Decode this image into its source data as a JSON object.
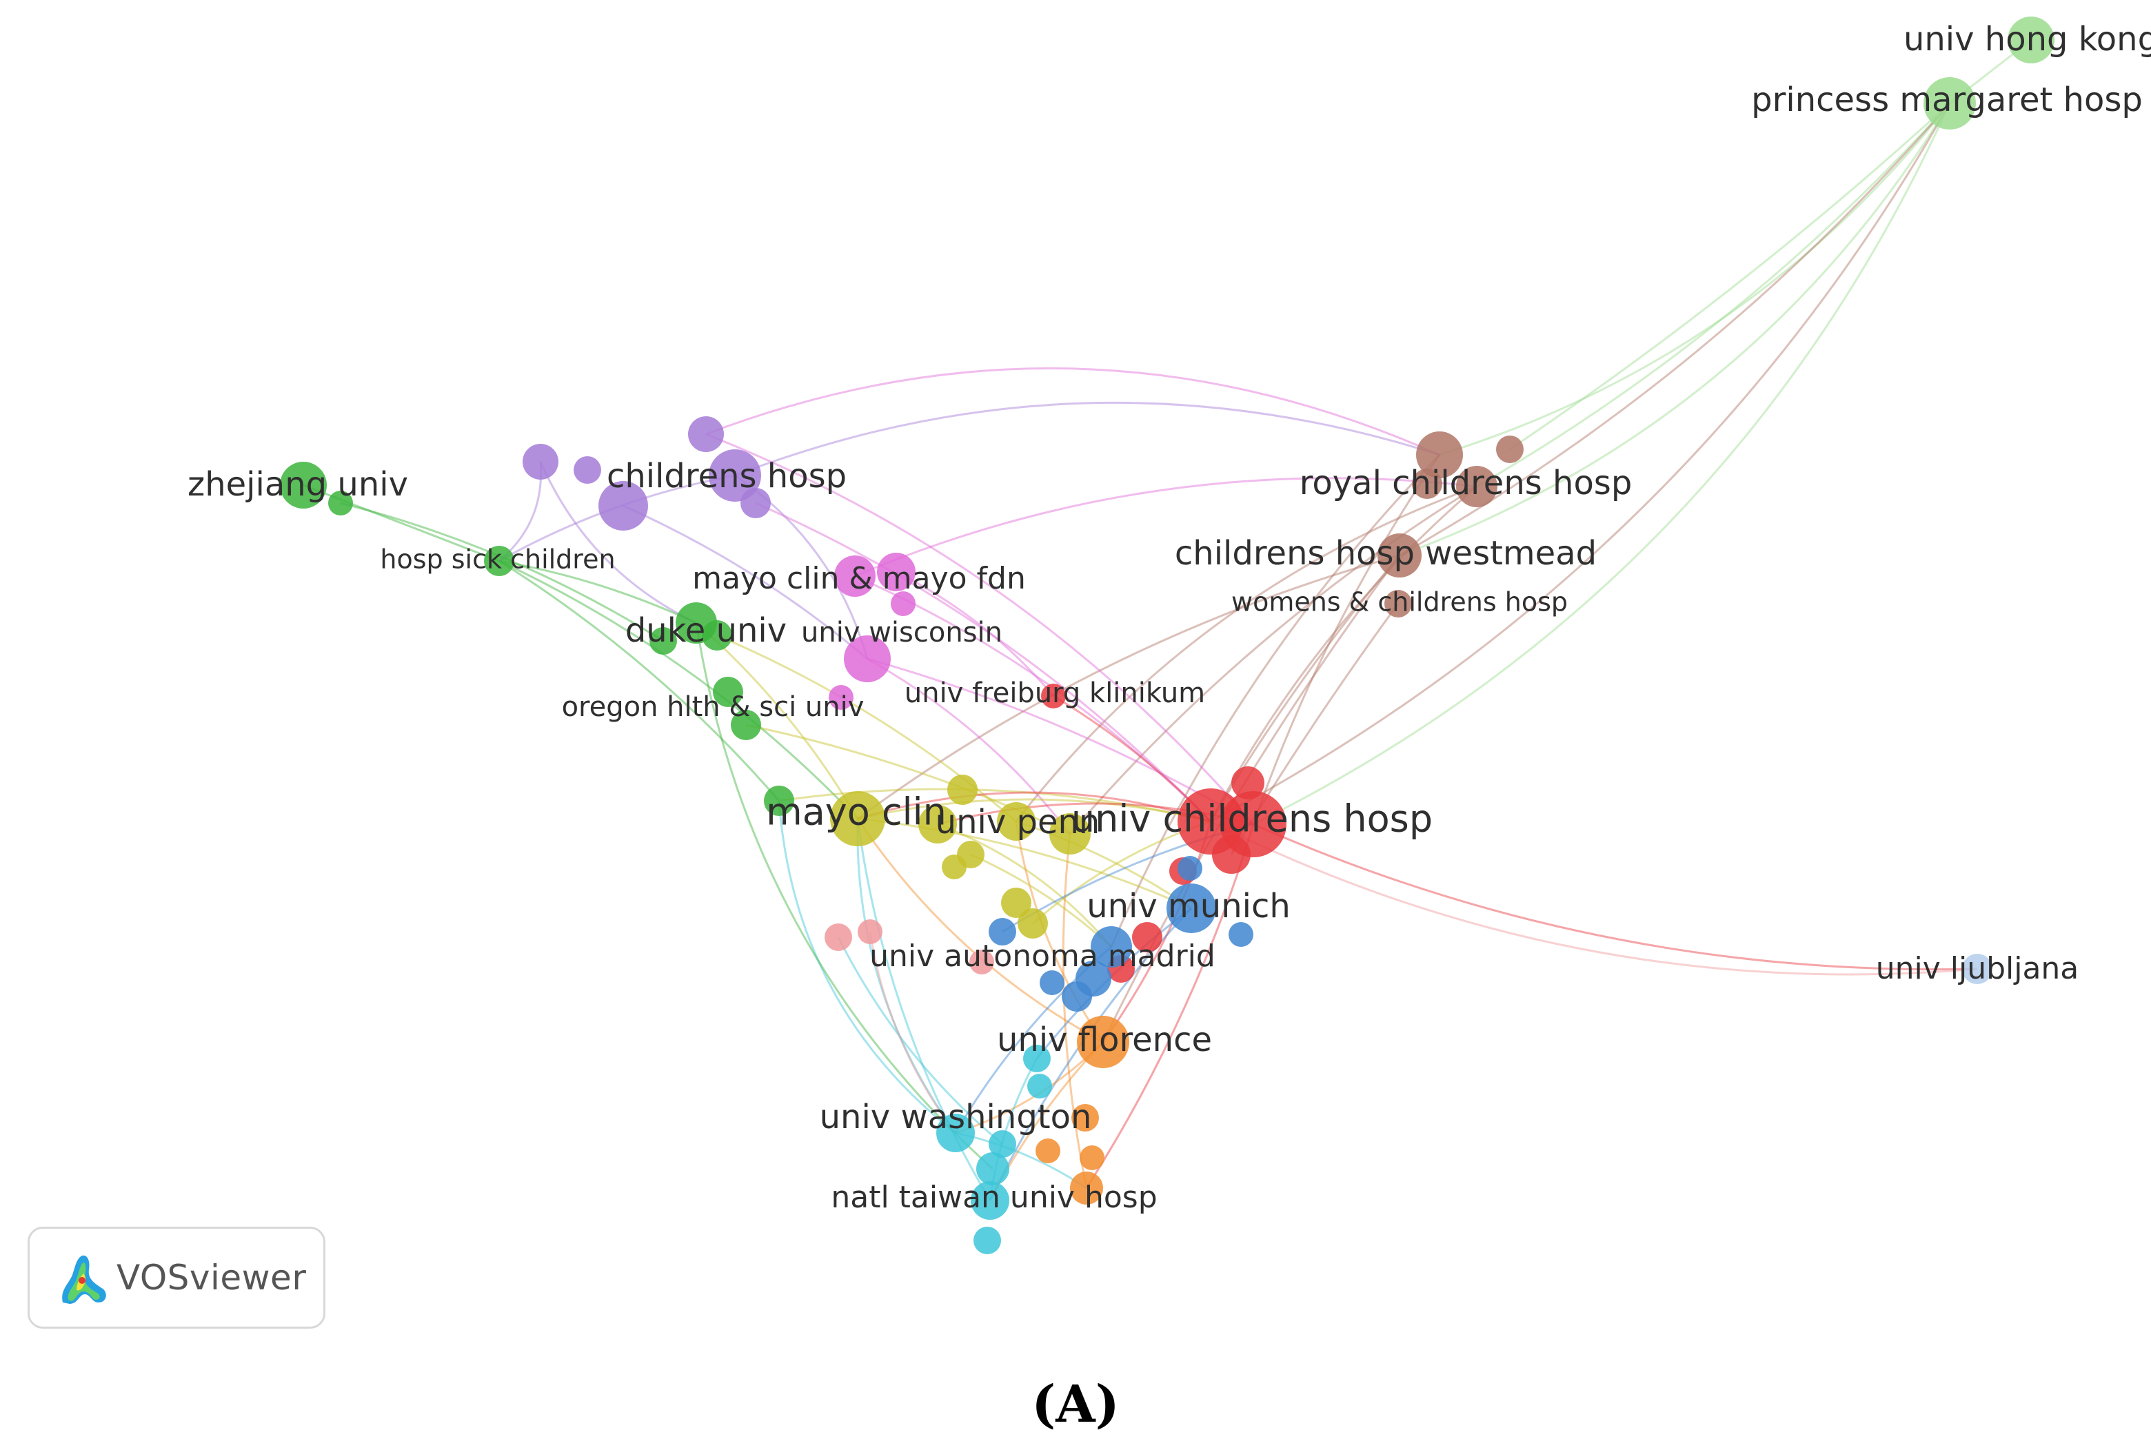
{
  "clusters": {
    "red": "#e8383d",
    "green": "#3cb43c",
    "blue": "#3f86d0",
    "yellow": "#c6c129",
    "purple": "#a57bd7",
    "cyan": "#3cc6d8",
    "orange": "#f28d2e",
    "brown": "#b07566",
    "pink": "#df6ad8",
    "light_green": "#9bdc8e",
    "salmon": "#f0999b",
    "light_blue": "#b3cdec"
  },
  "labels": [
    {
      "id": "univ-hong-kong",
      "text": "univ hong kong",
      "cluster": "light_green"
    },
    {
      "id": "princess-margaret-hosp",
      "text": "princess margaret hosp",
      "cluster": "light_green"
    },
    {
      "id": "zhejiang-univ",
      "text": "zhejiang univ",
      "cluster": "green"
    },
    {
      "id": "childrens-hosp",
      "text": "childrens hosp",
      "cluster": "purple"
    },
    {
      "id": "royal-childrens-hosp",
      "text": "royal childrens hosp",
      "cluster": "brown"
    },
    {
      "id": "childrens-hosp-westmead",
      "text": "childrens hosp westmead",
      "cluster": "brown"
    },
    {
      "id": "womens-childrens-hosp",
      "text": "womens & childrens hosp",
      "cluster": "brown"
    },
    {
      "id": "hosp-sick-children",
      "text": "hosp sick children",
      "cluster": "green"
    },
    {
      "id": "mayo-clin-mayo-fdn",
      "text": "mayo clin & mayo fdn",
      "cluster": "pink"
    },
    {
      "id": "duke-univ",
      "text": "duke univ",
      "cluster": "green"
    },
    {
      "id": "univ-wisconsin",
      "text": "univ wisconsin",
      "cluster": "pink"
    },
    {
      "id": "univ-freiburg-klinikum",
      "text": "univ freiburg klinikum",
      "cluster": "red"
    },
    {
      "id": "oregon-hlth-sci-univ",
      "text": "oregon hlth & sci univ",
      "cluster": "green"
    },
    {
      "id": "mayo-clin",
      "text": "mayo clin",
      "cluster": "yellow"
    },
    {
      "id": "univ-penn",
      "text": "univ penn",
      "cluster": "yellow"
    },
    {
      "id": "univ-childrens-hosp",
      "text": "univ childrens hosp",
      "cluster": "red"
    },
    {
      "id": "univ-munich",
      "text": "univ munich",
      "cluster": "blue"
    },
    {
      "id": "univ-autonoma-madrid",
      "text": "univ autonoma madrid",
      "cluster": "blue"
    },
    {
      "id": "univ-ljubljana",
      "text": "univ ljubljana",
      "cluster": "light_blue"
    },
    {
      "id": "univ-florence",
      "text": "univ florence",
      "cluster": "orange"
    },
    {
      "id": "univ-washington",
      "text": "univ washington",
      "cluster": "cyan"
    },
    {
      "id": "natl-taiwan-univ-hosp",
      "text": "natl taiwan univ hosp",
      "cluster": "cyan"
    }
  ],
  "badge": {
    "text": "VOSviewer"
  },
  "panel_label": "(A)"
}
